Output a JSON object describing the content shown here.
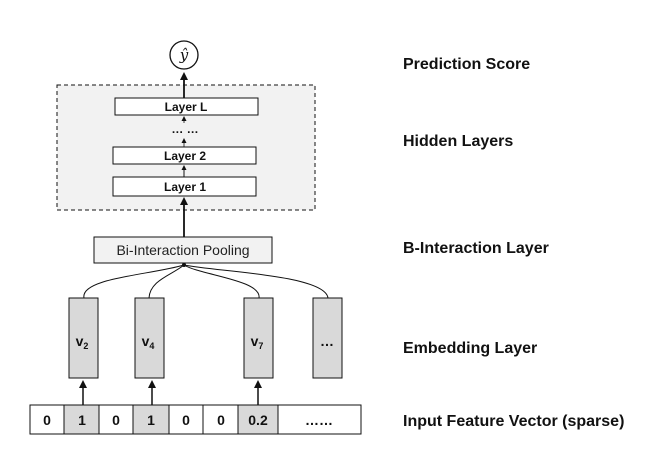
{
  "side_labels": {
    "prediction": "Prediction Score",
    "hidden": "Hidden Layers",
    "interaction": "B-Interaction Layer",
    "embedding": "Embedding Layer",
    "input": "Input Feature Vector (sparse)"
  },
  "output_symbol": "ŷ",
  "hidden_layers": {
    "top": "Layer L",
    "dots": "… …",
    "second": "Layer 2",
    "first": "Layer 1"
  },
  "pooling_label": "Bi-Interaction Pooling",
  "embeddings": [
    {
      "main": "v",
      "sub": "2"
    },
    {
      "main": "v",
      "sub": "4"
    },
    {
      "main": "v",
      "sub": "7"
    },
    {
      "main": "…",
      "sub": ""
    }
  ],
  "input_cells": [
    "0",
    "1",
    "0",
    "1",
    "0",
    "0",
    "0.2",
    "……"
  ],
  "colors": {
    "active_cell": "#d9d9d9",
    "inactive_cell": "#ffffff",
    "embedding_fill": "#d9d9d9",
    "hidden_area": "#f2f2f2",
    "stroke": "#111111"
  }
}
